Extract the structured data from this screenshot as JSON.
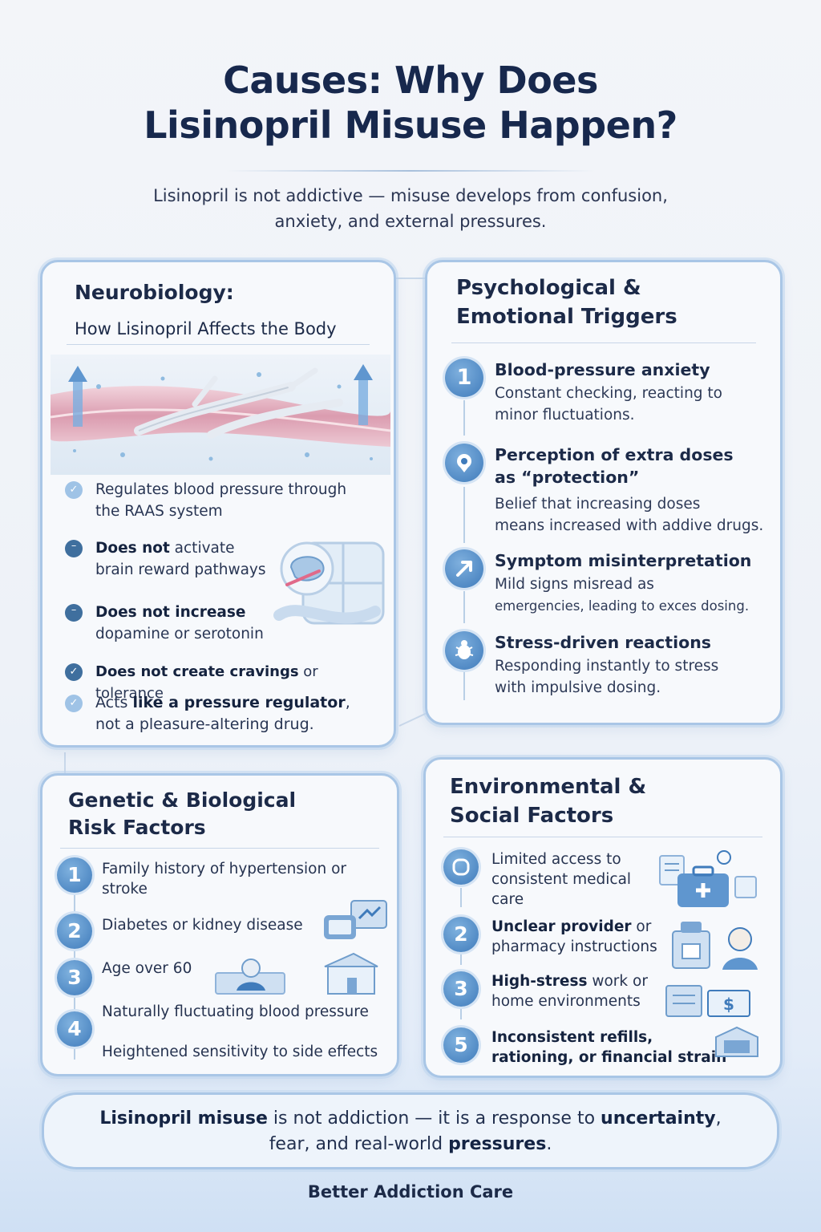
{
  "title": {
    "line1": "Causes: Why Does",
    "line2": "Lisinopril Misuse Happen?"
  },
  "subtitle": {
    "line1": "Lisinopril is not addictive — misuse develops from confusion,",
    "line2": "anxiety, and external pressures."
  },
  "neuro": {
    "heading": "Neurobiology:",
    "subheading": "How Lisinopril Affects the Body",
    "items": [
      {
        "pre": "",
        "bold": "",
        "l1": "Regulates blood pressure through",
        "l2": "the RAAS system"
      },
      {
        "bold": "Does not",
        "l1rest": " activate",
        "l2": "brain reward pathways"
      },
      {
        "bold": "Does not increase",
        "l1rest": "",
        "l2": "dopamine or serotonin"
      },
      {
        "bold": "Does not create cravings",
        "l1rest": " or tolerance",
        "l2": ""
      },
      {
        "pre": "Acts ",
        "bold": "like a pressure regulator",
        "l1rest": ",",
        "l2": "not a pleasure-altering drug."
      }
    ]
  },
  "psych": {
    "heading1": "Psychological &",
    "heading2": "Emotional Triggers",
    "items": [
      {
        "badge": "1",
        "t1": "Blood-pressure anxiety",
        "t2": "",
        "d1": "Constant checking, reacting to",
        "d2": "minor fluctuations."
      },
      {
        "badge": "pin-icon",
        "t1": "Perception of extra doses",
        "t2": "as “protection”",
        "d1": "Belief that increasing doses",
        "d2": "means increased with addive drugs."
      },
      {
        "badge": "arrow-icon",
        "t1": "Symptom misinterpretation",
        "t2": "",
        "d1": "Mild signs misread as",
        "d2": "emergencies, leading to exces dosing."
      },
      {
        "badge": "bug-icon",
        "t1": "Stress-driven reactions",
        "t2": "",
        "d1": "Responding instantly to stress",
        "d2": "with impulsive dosing."
      }
    ]
  },
  "genetic": {
    "heading1": "Genetic & Biological",
    "heading2": "Risk Factors",
    "items": [
      {
        "badge": "1",
        "l1": "Family history of hypertension or",
        "l2": "stroke"
      },
      {
        "badge": "2",
        "l1": "Diabetes or kidney disease",
        "l2": ""
      },
      {
        "badge": "3",
        "l1": "Age over 60",
        "l2": ""
      },
      {
        "badge": "4",
        "l1": "Naturally fluctuating blood pressure",
        "l2": ""
      },
      {
        "badge": "",
        "l1": "Heightened sensitivity to side effects",
        "l2": ""
      }
    ]
  },
  "env": {
    "heading1": "Environmental &",
    "heading2": "Social Factors",
    "items": [
      {
        "badge": "clinic-icon",
        "bold": "",
        "l1": "Limited access to",
        "l2": "consistent medical",
        "l3": "care"
      },
      {
        "badge": "2",
        "bold": "Unclear provider",
        "l1rest": " or",
        "l2": "pharmacy instructions",
        "l3": ""
      },
      {
        "badge": "3",
        "bold": "High-stress",
        "l1rest": " work or",
        "l2": "home environments",
        "l3": ""
      },
      {
        "badge": "5",
        "bold": "",
        "l1": "Inconsistent refills,",
        "l2": "rationing, or financial strain",
        "l3": ""
      }
    ]
  },
  "footer": {
    "b1": "Lisinopril misuse",
    "t1": " is not addiction — it is a response to ",
    "b2": "uncertainty",
    "t2": ",",
    "t3": "fear, and real-world ",
    "b3": "pressures",
    "t4": "."
  },
  "brand": "Better Addiction Care",
  "colors": {
    "accent": "#3f7bbb",
    "border": "#a9c6e6",
    "text": "#1c2a48"
  }
}
